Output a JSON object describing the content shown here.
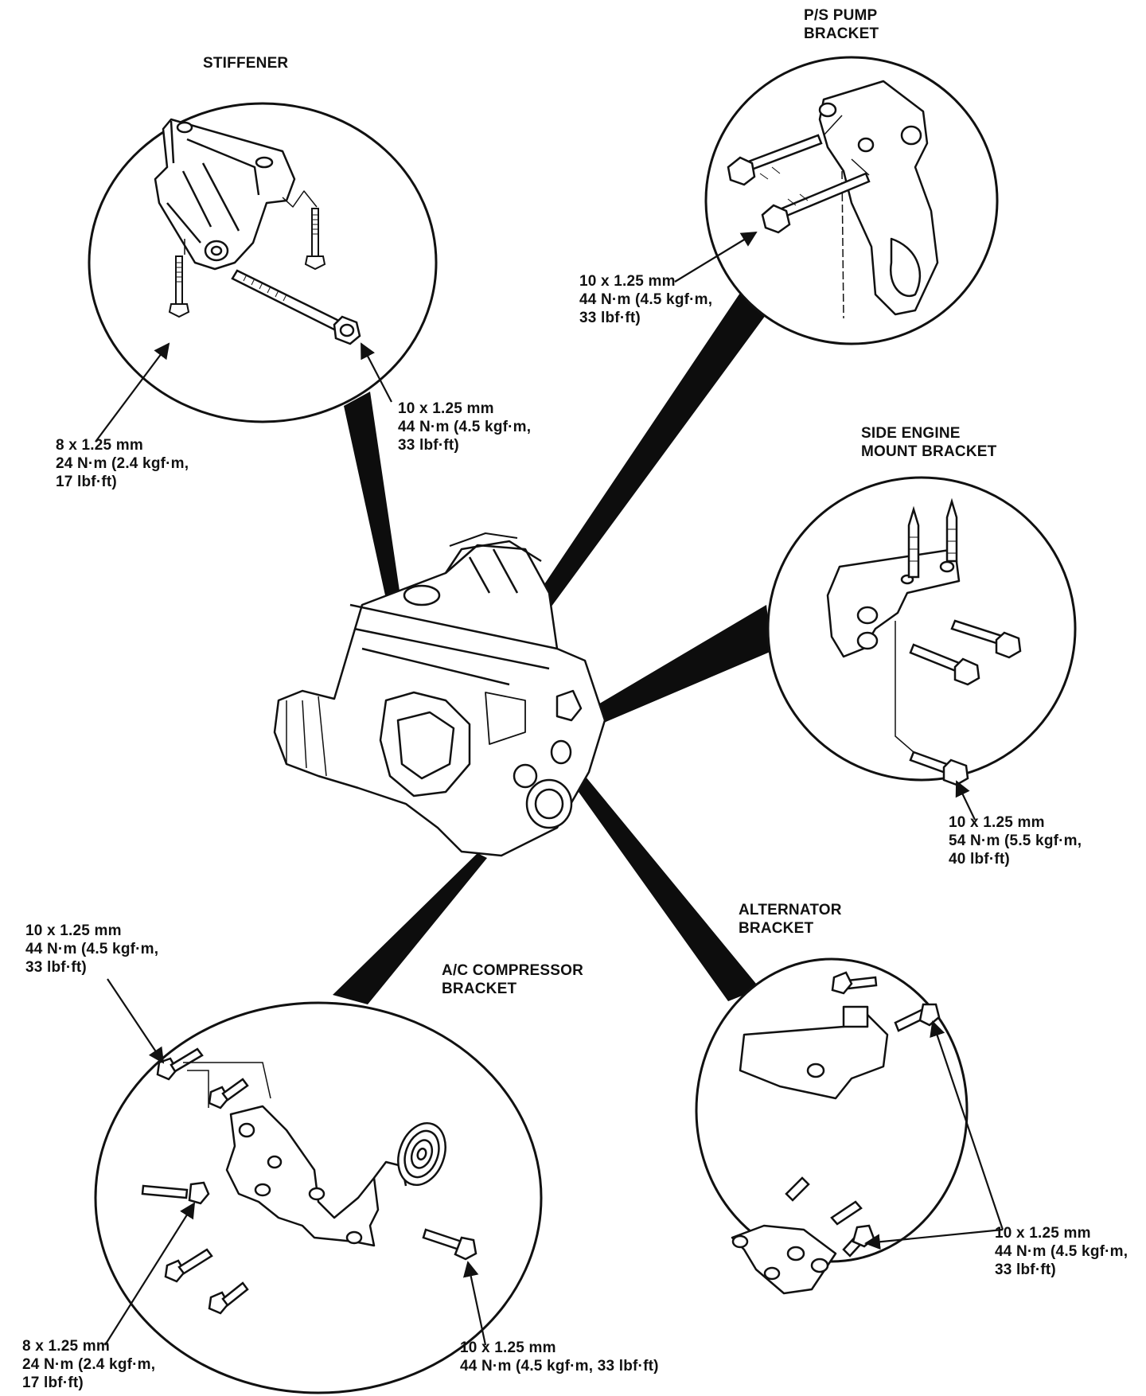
{
  "labels": {
    "stiffener": {
      "title": "STIFFENER",
      "bolt_a": [
        "8 x 1.25 mm",
        "24 N·m (2.4 kgf·m,",
        "17 lbf·ft)"
      ],
      "bolt_b": [
        "10 x 1.25 mm",
        "44 N·m (4.5 kgf·m,",
        "33 lbf·ft)"
      ]
    },
    "ps_pump_bracket": {
      "title": [
        "P/S PUMP",
        "BRACKET"
      ],
      "bolt": [
        "10 x 1.25 mm",
        "44 N·m (4.5 kgf·m,",
        "33 lbf·ft)"
      ]
    },
    "side_engine_mount_bracket": {
      "title": [
        "SIDE ENGINE",
        "MOUNT BRACKET"
      ],
      "bolt": [
        "10 x 1.25 mm",
        "54 N·m (5.5 kgf·m,",
        "40 lbf·ft)"
      ]
    },
    "alternator_bracket": {
      "title": [
        "ALTERNATOR",
        "BRACKET"
      ],
      "bolt": [
        "10 x 1.25 mm",
        "44 N·m (4.5 kgf·m,",
        "33 lbf·ft)"
      ]
    },
    "ac_compressor_bracket": {
      "title": [
        "A/C COMPRESSOR",
        "BRACKET"
      ],
      "bolt_top": [
        "10 x 1.25 mm",
        "44 N·m (4.5 kgf·m,",
        "33 lbf·ft)"
      ],
      "bolt_left": [
        "8 x 1.25 mm",
        "24 N·m (2.4 kgf·m,",
        "17 lbf·ft)"
      ],
      "bolt_right": [
        "10 x 1.25 mm",
        "44 N·m (4.5 kgf·m, 33 lbf·ft)"
      ]
    }
  }
}
